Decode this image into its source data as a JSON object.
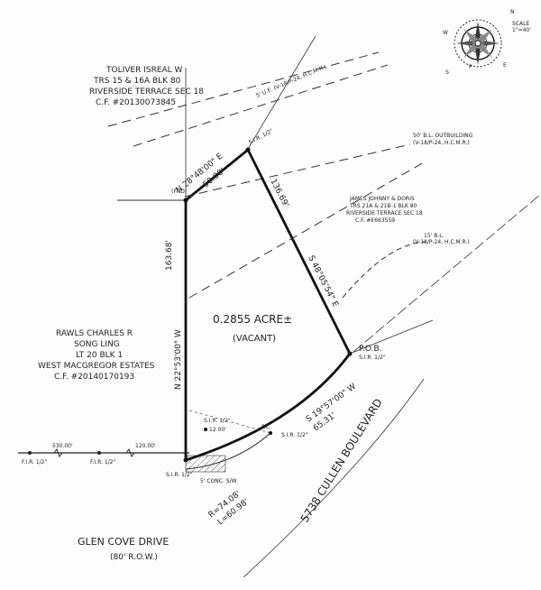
{
  "scale": {
    "title": "SCALE",
    "value": "1\"=40'"
  },
  "compass": {
    "north": "N",
    "south": "S",
    "east": "E",
    "west": "W",
    "ne": "P"
  },
  "toliver": {
    "line1": "TOLIVER ISREAL W",
    "line2": "TRS 15 & 16A BLK 80",
    "line3": "RIVERSIDE TERRACE SEC 18",
    "line4": "C.F. #20130073845"
  },
  "james": {
    "line1": "JAMES JOHNNY & DORIS",
    "line2": "TRS 21A & 21B-1 BLK 80",
    "line3": "RIVERSIDE TERRACE SEC 18",
    "line4": "C.F. #E663559"
  },
  "rawls": {
    "line1": "RAWLS CHARLES R",
    "line2": "SONG LING",
    "line3": "LT 20 BLK 1",
    "line4": "WEST MACGREGOR ESTATES",
    "line5": "C.F. #20140170193"
  },
  "easements": {
    "ue": "5' U.E. (V-18/P-24, H.C.M.R.)",
    "bl50_1": "50' B.L. OUTBUILDING",
    "bl50_2": "(V-18/P-24, H.C.M.R.)",
    "bl15_1": "15' B.L.",
    "bl15_2": "(V-18/P-24, H.C.M.R.)"
  },
  "bearings": {
    "north_line": "N 28°48'00\" E",
    "north_dist": "50.00'",
    "east_dist": "136.69'",
    "east_line": "S 48°05'54\" E",
    "west_dist": "163.68'",
    "west_line": "N 22°53'00\" W",
    "south_line": "S 19°57'00\" W",
    "south_dist": "65.31'"
  },
  "lot": {
    "area": "0.2855 ACRE±",
    "status": "(VACANT)"
  },
  "markers": {
    "sir_top": "S.I.R. 1/2\"",
    "fnd": "(FND)",
    "pob": "P.O.B.",
    "pob_sir": "S.I.R. 1/2\"",
    "sir_mid": "S.I.R. 1/2\"",
    "sir_mid_dist": "12.00'",
    "pc": "P.C.",
    "sir_pc": "S.I.R. 1/2\"",
    "sir_corner": "S.I.R. 1/2\"",
    "fir1": "F.I.R. 1/2\"",
    "fir2": "F.I.R. 1/2\"",
    "d530": "530.00'",
    "d120": "120.00'",
    "sidewalk": "5' CONC. S/W"
  },
  "curve": {
    "radius": "R=74.08'",
    "length": "L=60.98'"
  },
  "streets": {
    "cullen": "5738 CULLEN BOULEVARD",
    "glen": "GLEN COVE DRIVE",
    "glen_row": "(80' R.O.W.)"
  }
}
